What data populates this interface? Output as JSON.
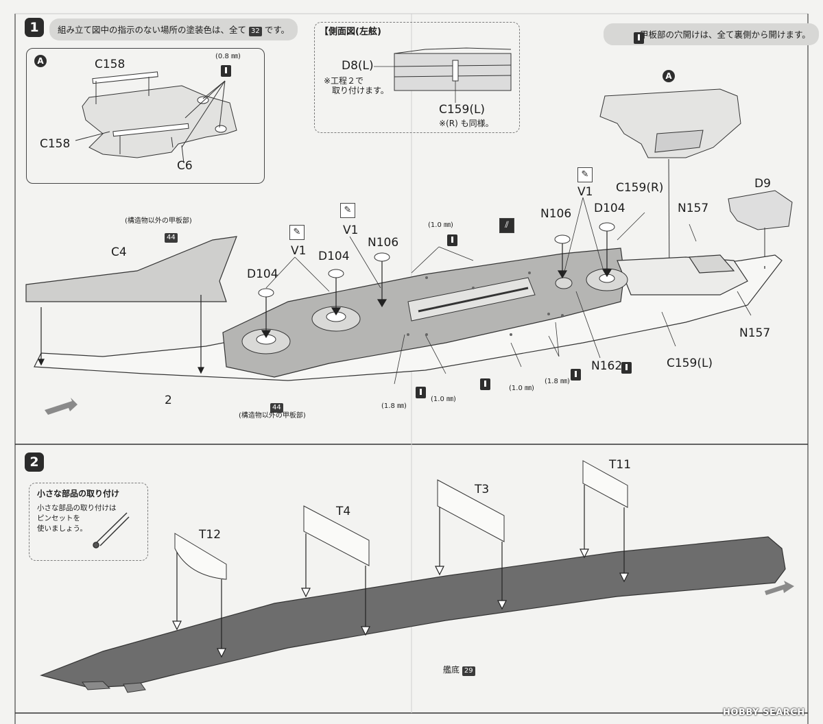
{
  "step1": {
    "number": "1",
    "instruction_pre": "組み立て図中の指示のない場所の塗装色は、全て",
    "instruction_color": "32",
    "instruction_post": "です。",
    "hole_note": "甲板部の穴開けは、全て裏側から開けます。",
    "detail_a": {
      "marker": "A",
      "c158_top": "C158",
      "c158_left": "C158",
      "c6": "C6",
      "drill_size": "(0.8 ㎜)"
    },
    "side_view": {
      "title": "【側面図(左舷)",
      "d8": "D8(L)",
      "note_line1": "※工程２で",
      "note_line2": "取り付けます。",
      "c159": "C159(L)",
      "note_r": "※(R) も同様。"
    },
    "labels": {
      "c4": "C4",
      "d104_left": "D104",
      "d104_mid": "D104",
      "d104_right": "D104",
      "v1_a": "V1",
      "v1_b": "V1",
      "v1_c": "V1",
      "n106_a": "N106",
      "n106_b": "N106",
      "c159r": "C159(R)",
      "n157_top": "N157",
      "n157_bottom": "N157",
      "d9": "D9",
      "marker_a": "A",
      "n162": "N162",
      "c159l": "C159(L)",
      "part2": "2"
    },
    "drill_sizes": {
      "top": "(1.0 ㎜)",
      "bottom_left": "(1.8 ㎜)",
      "bottom_mid": "(1.0 ㎜)",
      "bottom_right1": "(1.0 ㎜)",
      "bottom_right2": "(1.8 ㎜)"
    },
    "paint_deck": {
      "top_caption": "(構造物以外の甲板部)",
      "top_number": "44",
      "bottom_caption": "(構造物以外の甲板部)",
      "bottom_number": "44"
    }
  },
  "step2": {
    "number": "2",
    "tip_title": "小さな部品の取り付け",
    "tip_line1": "小さな部品の取り付けは",
    "tip_line2": "ピンセットを",
    "tip_line3": "使いましょう。",
    "parts": [
      "T12",
      "T4",
      "T3",
      "T11"
    ],
    "hull_label": "艦底",
    "hull_color": "29"
  },
  "watermark": "HOBBY SEARCH",
  "colors": {
    "paper": "#f3f3f1",
    "hull_bottom": "#6d6d6d",
    "deck": "#a9a9a9",
    "ink": "#1b1b1b"
  }
}
